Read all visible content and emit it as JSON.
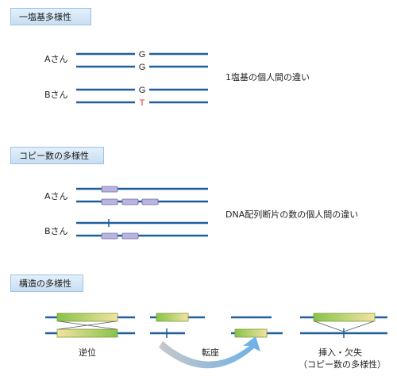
{
  "sections": {
    "snp": {
      "title": "一塩基多様性",
      "person_a": "Aさん",
      "person_b": "Bさん",
      "base_a1": "G",
      "base_a2": "G",
      "base_b1": "G",
      "base_b2": "T",
      "description": "1塩基の個人間の違い"
    },
    "cnv": {
      "title": "コピー数の多様性",
      "person_a": "Aさん",
      "person_b": "Bさん",
      "description": "DNA配列断片の数の個人間の違い"
    },
    "structural": {
      "title": "構造の多様性",
      "inversion_label": "逆位",
      "translocation_label": "転座",
      "indel_label_line1": "挿入・欠失",
      "indel_label_line2": "（コピー数の多様性）"
    }
  },
  "colors": {
    "strand": "#1f5f9a",
    "mutation": "#e0302c",
    "cnv_segment": "#b9b4de",
    "structural_segment_start": "#86c34a",
    "structural_segment_end": "#f3e3a0",
    "header_bg": "#d4e6f7"
  }
}
